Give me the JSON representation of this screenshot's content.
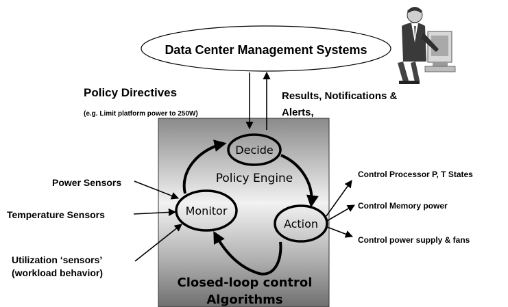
{
  "header": {
    "system_label": "Data Center Management Systems"
  },
  "inputs": {
    "directives_title": "Policy  Directives",
    "directives_example": "(e.g. Limit platform power to 250W)",
    "results_line1": "Results, Notifications &",
    "results_line2": "Alerts,"
  },
  "sensors": {
    "power": "Power Sensors",
    "temperature": "Temperature Sensors",
    "utilization_line1": "Utilization ‘sensors’",
    "utilization_line2": "(workload behavior)"
  },
  "engine": {
    "decide": "Decide",
    "policy_engine": "Policy Engine",
    "monitor": "Monitor",
    "action": "Action",
    "footer_line1": "Closed-loop control",
    "footer_line2": "Algorithms"
  },
  "controls": {
    "processor": "Control Processor P, T States",
    "memory": "Control Memory power",
    "power_supply": "Control power supply & fans"
  },
  "icons": {
    "operator": "person-at-computer-icon"
  }
}
